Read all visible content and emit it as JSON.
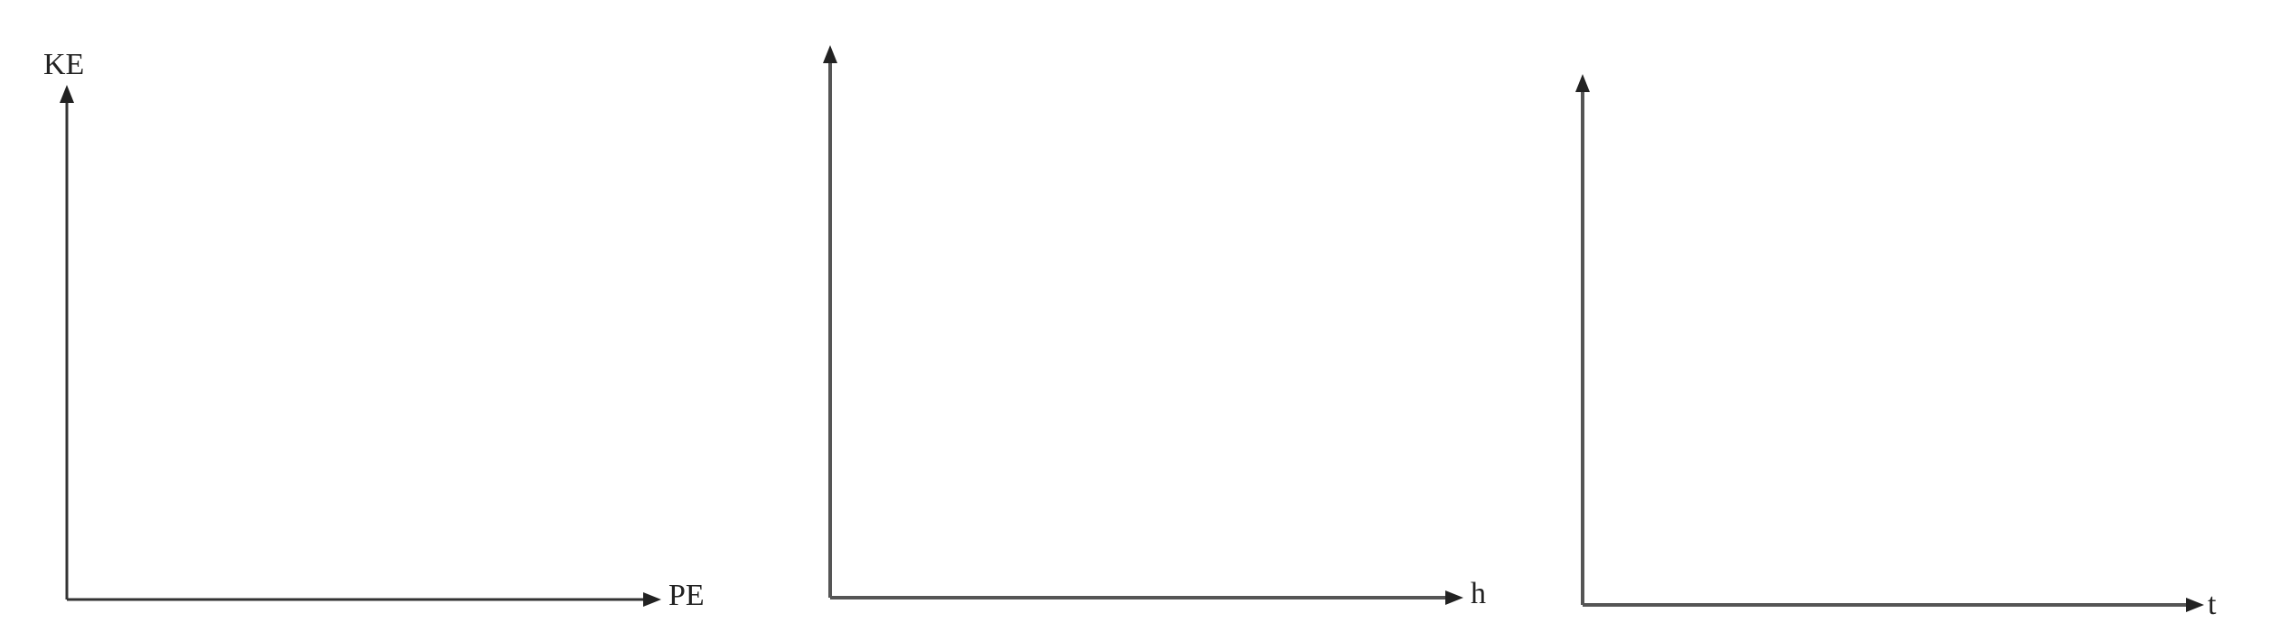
{
  "figures": [
    {
      "x_label": "PE",
      "y_label": "KE"
    },
    {
      "x_label": "h",
      "y_label": ""
    },
    {
      "x_label": "t",
      "y_label": ""
    }
  ]
}
